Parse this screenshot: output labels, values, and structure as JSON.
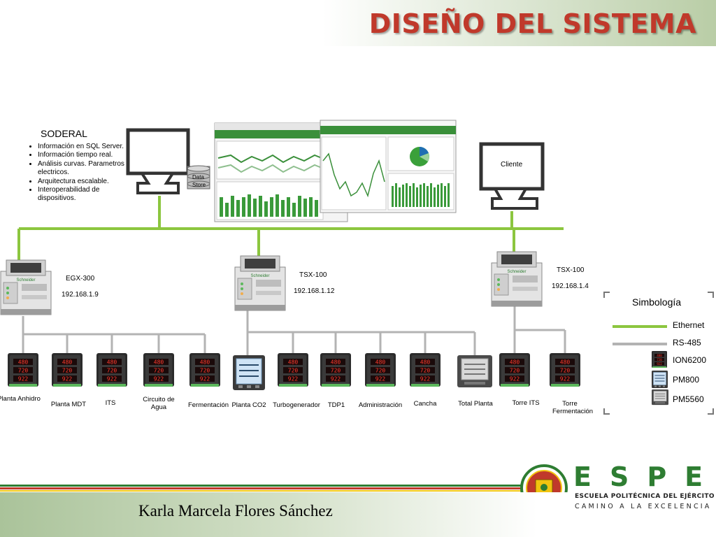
{
  "header": {
    "title": "DISEÑO DEL SISTEMA"
  },
  "soderal": {
    "title": "SODERAL",
    "bullets": [
      "Información en SQL Server.",
      "Información tiempo real.",
      "Análisis curvas. Parametros electricos.",
      "Arquitectura escalable.",
      "Interoperabilidad de dispositivos."
    ]
  },
  "datastore": {
    "line1": "Data",
    "line2": "Store"
  },
  "client": {
    "label": "Cliente"
  },
  "gateways": [
    {
      "model": "EGX-300",
      "ip": "192.168.1.9"
    },
    {
      "model": "TSX-100",
      "ip": "192.168.1.12"
    },
    {
      "model": "TSX-100",
      "ip": "192.168.1.4"
    }
  ],
  "meters": [
    {
      "label": "Planta Anhidro",
      "type": "ION6200"
    },
    {
      "label": "Planta MDT",
      "type": "ION6200"
    },
    {
      "label": "ITS",
      "type": "ION6200"
    },
    {
      "label": "Circuito de Agua",
      "type": "ION6200"
    },
    {
      "label": "Fermentación",
      "type": "ION6200"
    },
    {
      "label": "Planta CO2",
      "type": "PM800"
    },
    {
      "label": "Turbogenerador",
      "type": "ION6200"
    },
    {
      "label": "TDP1",
      "type": "ION6200"
    },
    {
      "label": "Administración",
      "type": "ION6200"
    },
    {
      "label": "Cancha",
      "type": "ION6200"
    },
    {
      "label": "Total Planta",
      "type": "PM5560"
    },
    {
      "label": "Torre ITS",
      "type": "ION6200"
    },
    {
      "label": "Torre Fermentación",
      "type": "ION6200"
    }
  ],
  "legend": {
    "title": "Simbología",
    "ethernet": "Ethernet",
    "rs485": "RS-485",
    "ion6200": "ION6200",
    "pm800": "PM800",
    "pm5560": "PM5560"
  },
  "colors": {
    "ethernet": "#8cc63f",
    "rs485": "#b3b3b3",
    "title": "#c0392b",
    "espe_green": "#2e7d32"
  },
  "footer": {
    "author": "Karla Marcela Flores Sánchez",
    "logo_word": "ESPE",
    "logo_sub1": "ESCUELA POLITÉCNICA DEL EJÉRCITO",
    "logo_sub2": "CAMINO A LA EXCELENCIA"
  }
}
